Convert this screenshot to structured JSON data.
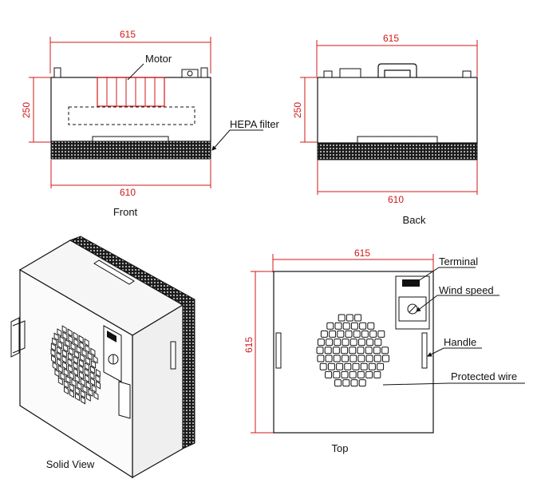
{
  "front": {
    "dim_top": "615",
    "dim_left": "250",
    "dim_bottom": "610",
    "caption": "Front",
    "label_motor": "Motor",
    "label_hepa": "HEPA filter"
  },
  "back": {
    "dim_top": "615",
    "dim_left": "250",
    "dim_bottom": "610",
    "caption": "Back"
  },
  "solid": {
    "caption": "Solid View"
  },
  "top": {
    "dim_top": "615",
    "dim_left": "615",
    "caption": "Top",
    "label_terminal": "Terminal",
    "label_wind": "Wind speed",
    "label_handle": "Handle",
    "label_wire": "Protected wire"
  },
  "colors": {
    "dimension": "#d01818",
    "line": "#111111"
  }
}
